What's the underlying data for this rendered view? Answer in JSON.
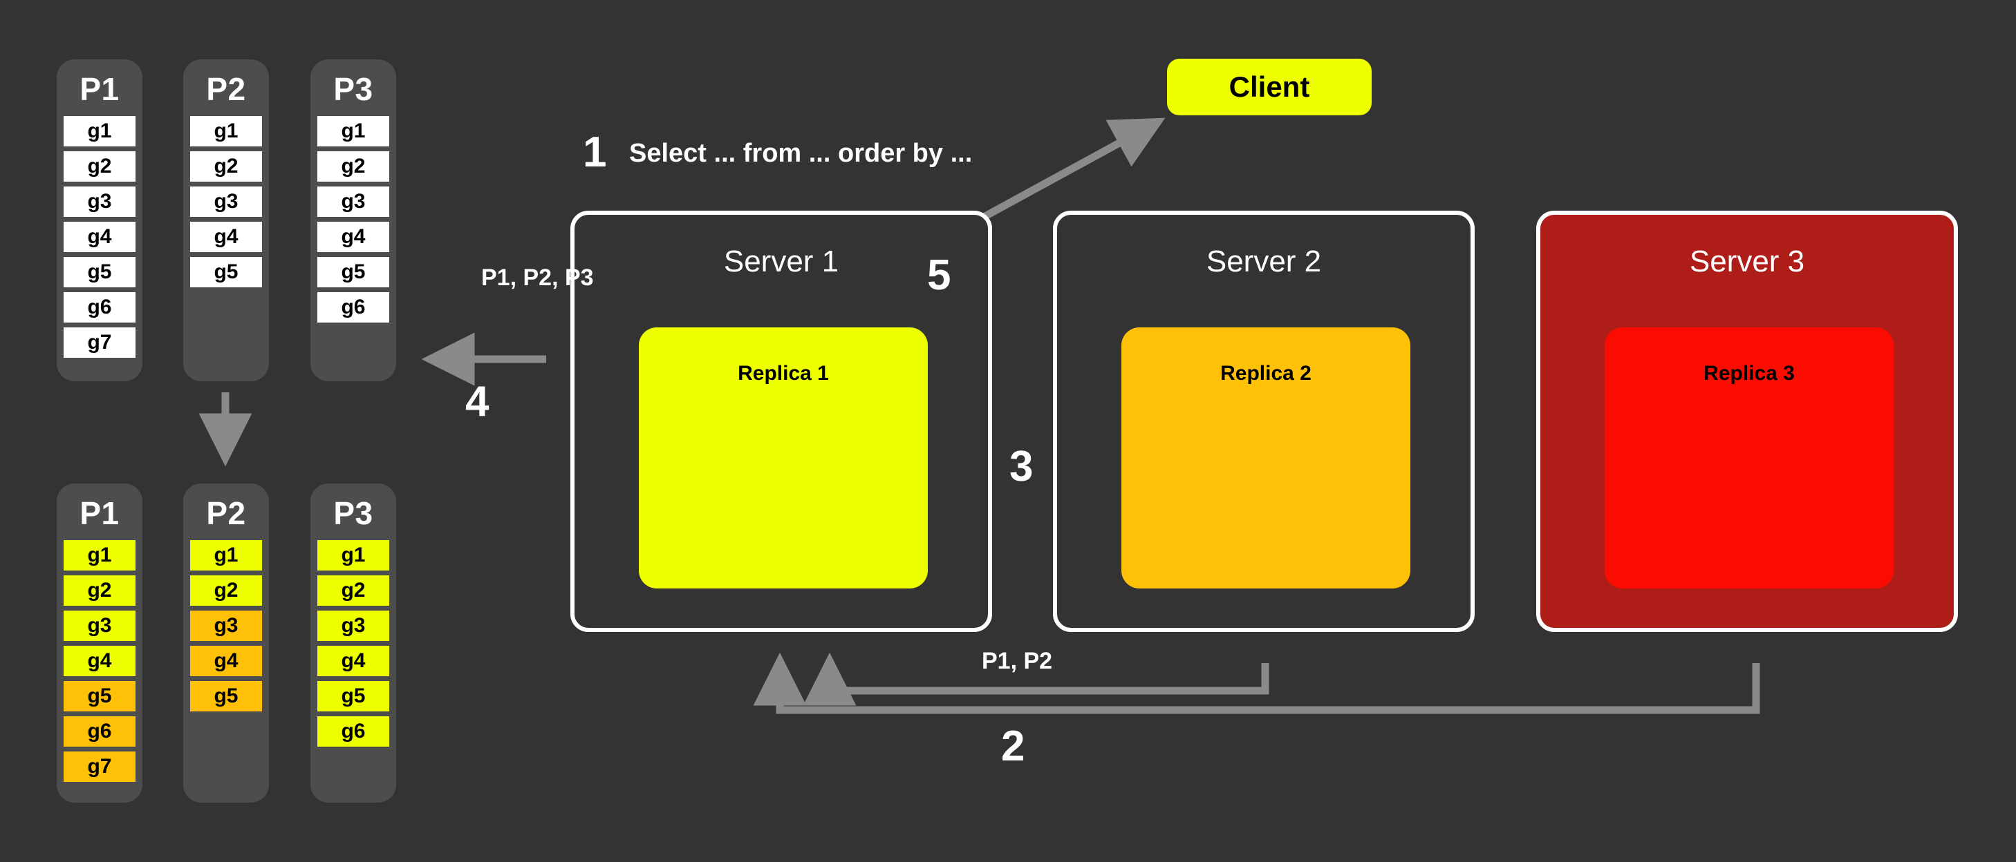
{
  "diagram": {
    "background_color": "#333333",
    "colors": {
      "yellow": "#eeff00",
      "orange": "#ffc107",
      "red": "#fb0c00",
      "dark_red": "#af1d19",
      "white": "#ffffff",
      "column": "#4d4d4d",
      "arrow": "#8a8a8a"
    }
  },
  "partitions_top": [
    {
      "title": "P1",
      "cells": [
        {
          "label": "g1",
          "color": "white"
        },
        {
          "label": "g2",
          "color": "white"
        },
        {
          "label": "g3",
          "color": "white"
        },
        {
          "label": "g4",
          "color": "white"
        },
        {
          "label": "g5",
          "color": "white"
        },
        {
          "label": "g6",
          "color": "white"
        },
        {
          "label": "g7",
          "color": "white"
        }
      ]
    },
    {
      "title": "P2",
      "cells": [
        {
          "label": "g1",
          "color": "white"
        },
        {
          "label": "g2",
          "color": "white"
        },
        {
          "label": "g3",
          "color": "white"
        },
        {
          "label": "g4",
          "color": "white"
        },
        {
          "label": "g5",
          "color": "white"
        }
      ]
    },
    {
      "title": "P3",
      "cells": [
        {
          "label": "g1",
          "color": "white"
        },
        {
          "label": "g2",
          "color": "white"
        },
        {
          "label": "g3",
          "color": "white"
        },
        {
          "label": "g4",
          "color": "white"
        },
        {
          "label": "g5",
          "color": "white"
        },
        {
          "label": "g6",
          "color": "white"
        }
      ]
    }
  ],
  "partitions_bottom": [
    {
      "title": "P1",
      "cells": [
        {
          "label": "g1",
          "color": "yellow"
        },
        {
          "label": "g2",
          "color": "yellow"
        },
        {
          "label": "g3",
          "color": "yellow"
        },
        {
          "label": "g4",
          "color": "yellow"
        },
        {
          "label": "g5",
          "color": "orange"
        },
        {
          "label": "g6",
          "color": "orange"
        },
        {
          "label": "g7",
          "color": "orange"
        }
      ]
    },
    {
      "title": "P2",
      "cells": [
        {
          "label": "g1",
          "color": "yellow"
        },
        {
          "label": "g2",
          "color": "yellow"
        },
        {
          "label": "g3",
          "color": "orange"
        },
        {
          "label": "g4",
          "color": "orange"
        },
        {
          "label": "g5",
          "color": "orange"
        }
      ]
    },
    {
      "title": "P3",
      "cells": [
        {
          "label": "g1",
          "color": "yellow"
        },
        {
          "label": "g2",
          "color": "yellow"
        },
        {
          "label": "g3",
          "color": "yellow"
        },
        {
          "label": "g4",
          "color": "yellow"
        },
        {
          "label": "g5",
          "color": "yellow"
        },
        {
          "label": "g6",
          "color": "yellow"
        }
      ]
    }
  ],
  "client": {
    "label": "Client"
  },
  "servers": [
    {
      "title": "Server 1",
      "replica": "Replica 1",
      "replica_color": "yellow",
      "failed": false
    },
    {
      "title": "Server 2",
      "replica": "Replica 2",
      "replica_color": "orange",
      "failed": false
    },
    {
      "title": "Server 3",
      "replica": "Replica 3",
      "replica_color": "red",
      "failed": true
    }
  ],
  "steps": {
    "one": "1",
    "two": "2",
    "three": "3",
    "four": "4",
    "five": "5"
  },
  "labels": {
    "query": "Select ... from ... order by ...",
    "partitions_all": "P1, P2, P3",
    "partitions_two": "P1, P2"
  }
}
